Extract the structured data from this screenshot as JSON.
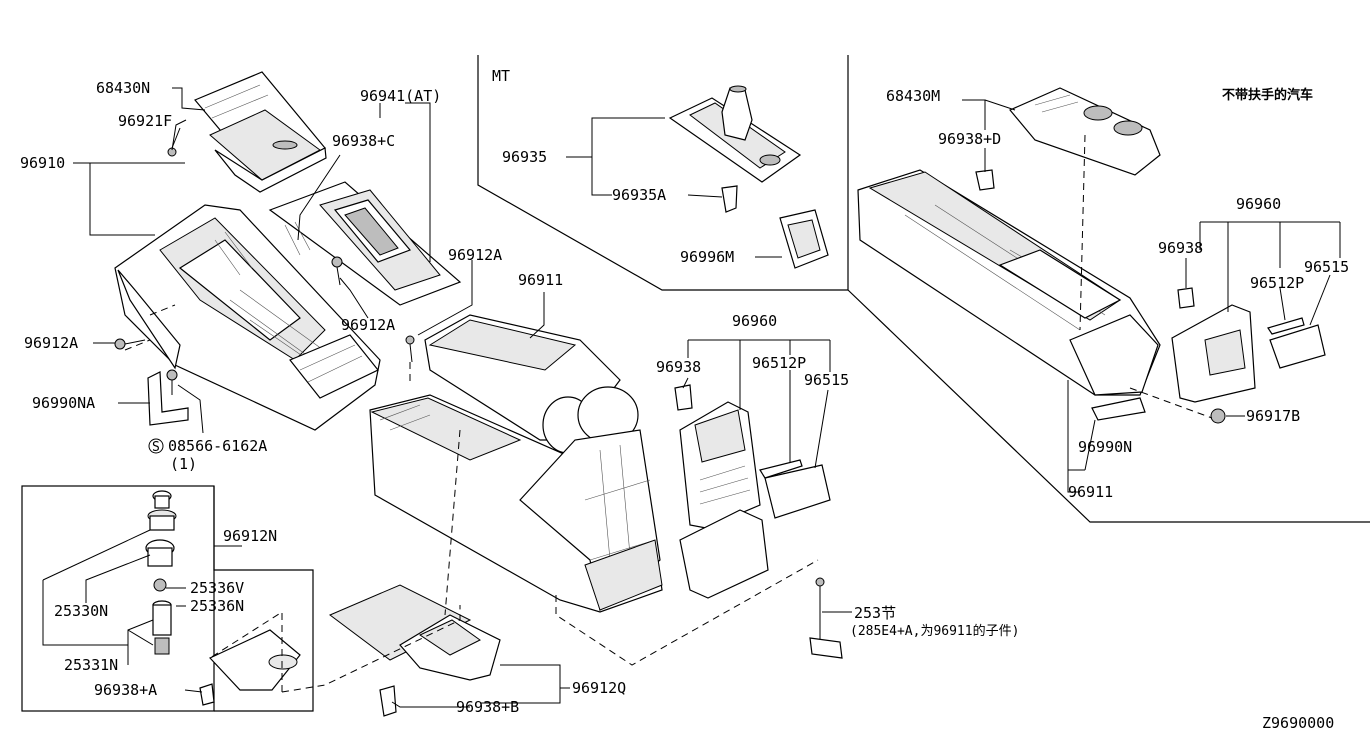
{
  "diagram": {
    "code": "Z9690000",
    "section_mt": "MT",
    "note_no_armrest": "不带扶手的汽车",
    "labels": {
      "p68430N": "68430N",
      "p96921F": "96921F",
      "p96910": "96910",
      "p96941AT": "96941(AT)",
      "p96938C": "96938+C",
      "p96912A_top": "96912A",
      "p96911": "96911",
      "p96912A_mid": "96912A",
      "p96912A_left": "96912A",
      "p96990NA": "96990NA",
      "p08566": "08566-6162A",
      "p08566_qty": "(1)",
      "p96935": "96935",
      "p96935A": "96935A",
      "p96996M": "96996M",
      "p68430M": "68430M",
      "p96938D": "96938+D",
      "p96960_right": "96960",
      "p96938_right": "96938",
      "p96512P_right": "96512P",
      "p96515_right": "96515",
      "p96917B": "96917B",
      "p96990N": "96990N",
      "p96911_right": "96911",
      "p96960_mid": "96960",
      "p96938_mid": "96938",
      "p96512P_mid": "96512P",
      "p96515_mid": "96515",
      "p96912N": "96912N",
      "p25336V": "25336V",
      "p25330N": "25330N",
      "p25336N": "25336N",
      "p25331N": "25331N",
      "p96938A": "96938+A",
      "p96912Q": "96912Q",
      "p96938B": "96938+B",
      "p253": "253节",
      "p253_note": "(285E4+A,为96911的子件)"
    }
  }
}
